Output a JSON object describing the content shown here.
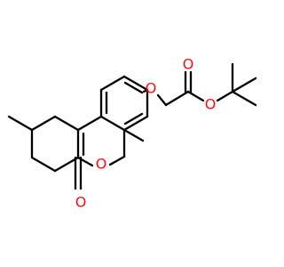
{
  "molecule": {
    "atom_labels": {
      "ether_o": "O",
      "carbonyl_o_top": "O",
      "ester_o": "O",
      "ring_o": "O",
      "lactone_carbonyl_o": "O"
    },
    "colors": {
      "bond": "#000000",
      "heteroatom_oxygen": "#ff0d0d",
      "background": "#ffffff"
    }
  }
}
